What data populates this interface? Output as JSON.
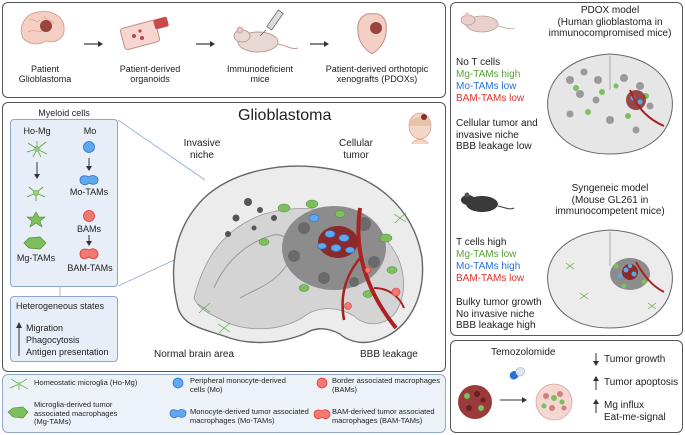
{
  "workflow": {
    "steps": [
      {
        "label": "Patient\nGlioblastoma"
      },
      {
        "label": "Patient-derived\norganoids"
      },
      {
        "label": "Immunodeficient\nmice"
      },
      {
        "label": "Patient-derived orthotopic\nxenografts (PDOXs)"
      }
    ]
  },
  "center": {
    "title": "Glioblastoma",
    "invasive": "Invasive\nniche",
    "cellular": "Cellular\ntumor",
    "normal": "Normal brain area",
    "bbb": "BBB leakage"
  },
  "myeloid": {
    "title": "Myeloid cells",
    "ho_mg": "Ho-Mg",
    "mo": "Mo",
    "mo_tams": "Mo-TAMs",
    "bams": "BAMs",
    "mg_tams": "Mg-TAMs",
    "bam_tams": "BAM-TAMs"
  },
  "states": {
    "title": "Heterogeneous states",
    "items": [
      "Migration",
      "Phagocytosis",
      "Antigen presentation"
    ]
  },
  "legend": [
    {
      "label": "Homeostatic microglia (Ho-Mg)"
    },
    {
      "label": "Peripheral monocyte-derived\ncells (Mo)"
    },
    {
      "label": "Border associated macrophages\n(BAMs)"
    },
    {
      "label": "Microglia-derived tumor\nassociated macrophages\n(Mg-TAMs)"
    },
    {
      "label": "Monocyte-derived tumor associated\nmacrophages (Mo-TAMs)"
    },
    {
      "label": "BAM-derived tumor associated\nmacrophages (BAM-TAMs)"
    }
  ],
  "pdox": {
    "title": "PDOX model\n(Human glioblastoma in\nimmunocompromised mice)",
    "lines": [
      {
        "text": "No T cells",
        "color": "#222222"
      },
      {
        "text": "Mg-TAMs high",
        "color": "#5aa03c"
      },
      {
        "text": "Mo-TAMs low",
        "color": "#2a6fd6"
      },
      {
        "text": "BAM-TAMs low",
        "color": "#e0322a"
      }
    ],
    "extra": "Cellular tumor and\ninvasive niche\nBBB leakage low"
  },
  "syngeneic": {
    "title": "Syngeneic model\n(Mouse GL261 in\nimmunocompetent mice)",
    "lines": [
      {
        "text": "T cells high",
        "color": "#222222"
      },
      {
        "text": "Mg-TAMs low",
        "color": "#5aa03c"
      },
      {
        "text": "Mo-TAMs high",
        "color": "#2a6fd6"
      },
      {
        "text": "BAM-TAMs low",
        "color": "#e0322a"
      }
    ],
    "extra": "Bulky tumor growth\nNo invasive niche\nBBB leakage high"
  },
  "treatment": {
    "drug": "Temozolomide",
    "effects": [
      "Tumor growth",
      "Tumor apoptosis",
      "Mg influx\nEat-me-signal"
    ]
  },
  "colors": {
    "green": "#5aa03c",
    "blue": "#2a6fd6",
    "red": "#e0322a",
    "tumor": "#8a2a2a",
    "panel_blue": "#e8eef7"
  }
}
